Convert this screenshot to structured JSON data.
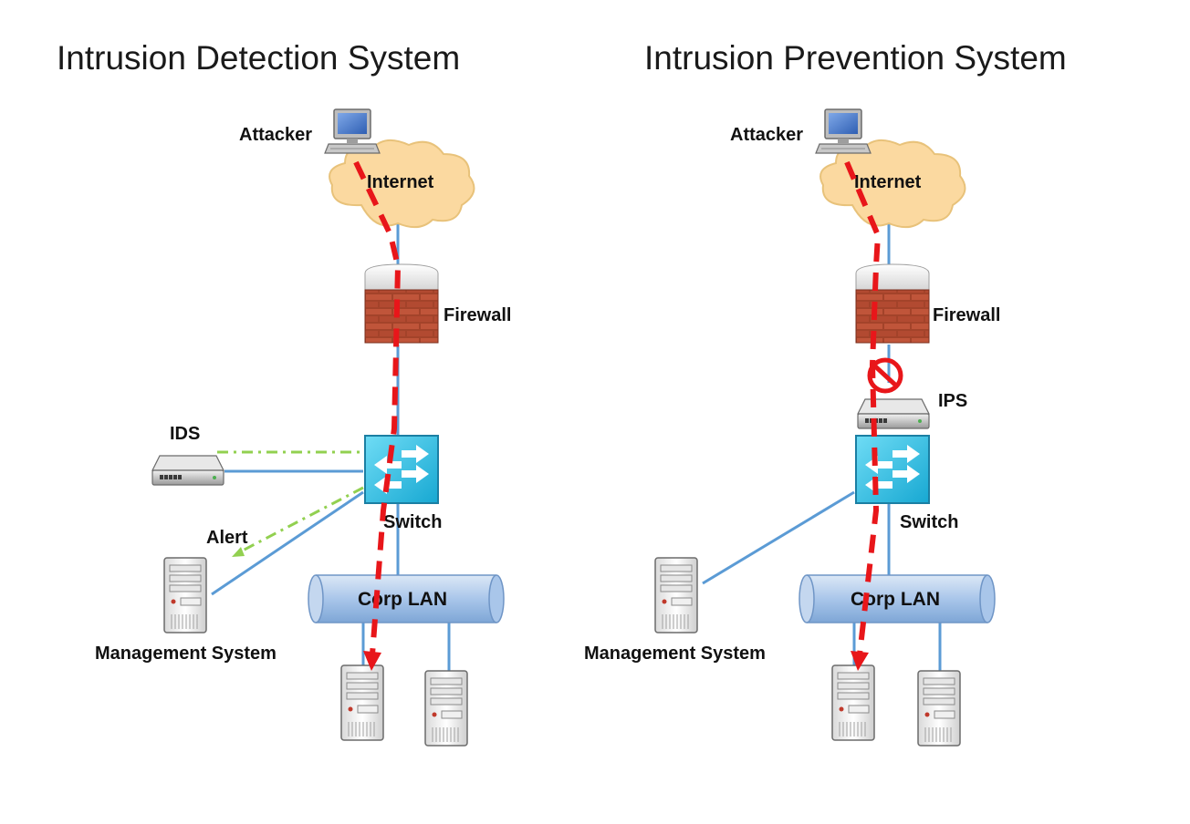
{
  "colors": {
    "link": "#5b9bd5",
    "attack": "#e8161a",
    "alert": "#92d050",
    "cloud": "#fbd9a0",
    "switch": "#3ec6e8",
    "lan": "#a9c6ea"
  },
  "ids_panel": {
    "title": "Intrusion Detection System",
    "labels": {
      "attacker": "Attacker",
      "internet": "Internet",
      "firewall": "Firewall",
      "ids": "IDS",
      "alert": "Alert",
      "switch": "Switch",
      "corp_lan": "Corp LAN",
      "management": "Management System"
    }
  },
  "ips_panel": {
    "title": "Intrusion Prevention System",
    "labels": {
      "attacker": "Attacker",
      "internet": "Internet",
      "firewall": "Firewall",
      "ips": "IPS",
      "switch": "Switch",
      "corp_lan": "Corp LAN",
      "management": "Management System"
    }
  },
  "icons": [
    "computer-icon",
    "cloud-icon",
    "firewall-icon",
    "switch-icon",
    "ids-appliance-icon",
    "ips-appliance-icon",
    "server-icon",
    "block-icon"
  ]
}
